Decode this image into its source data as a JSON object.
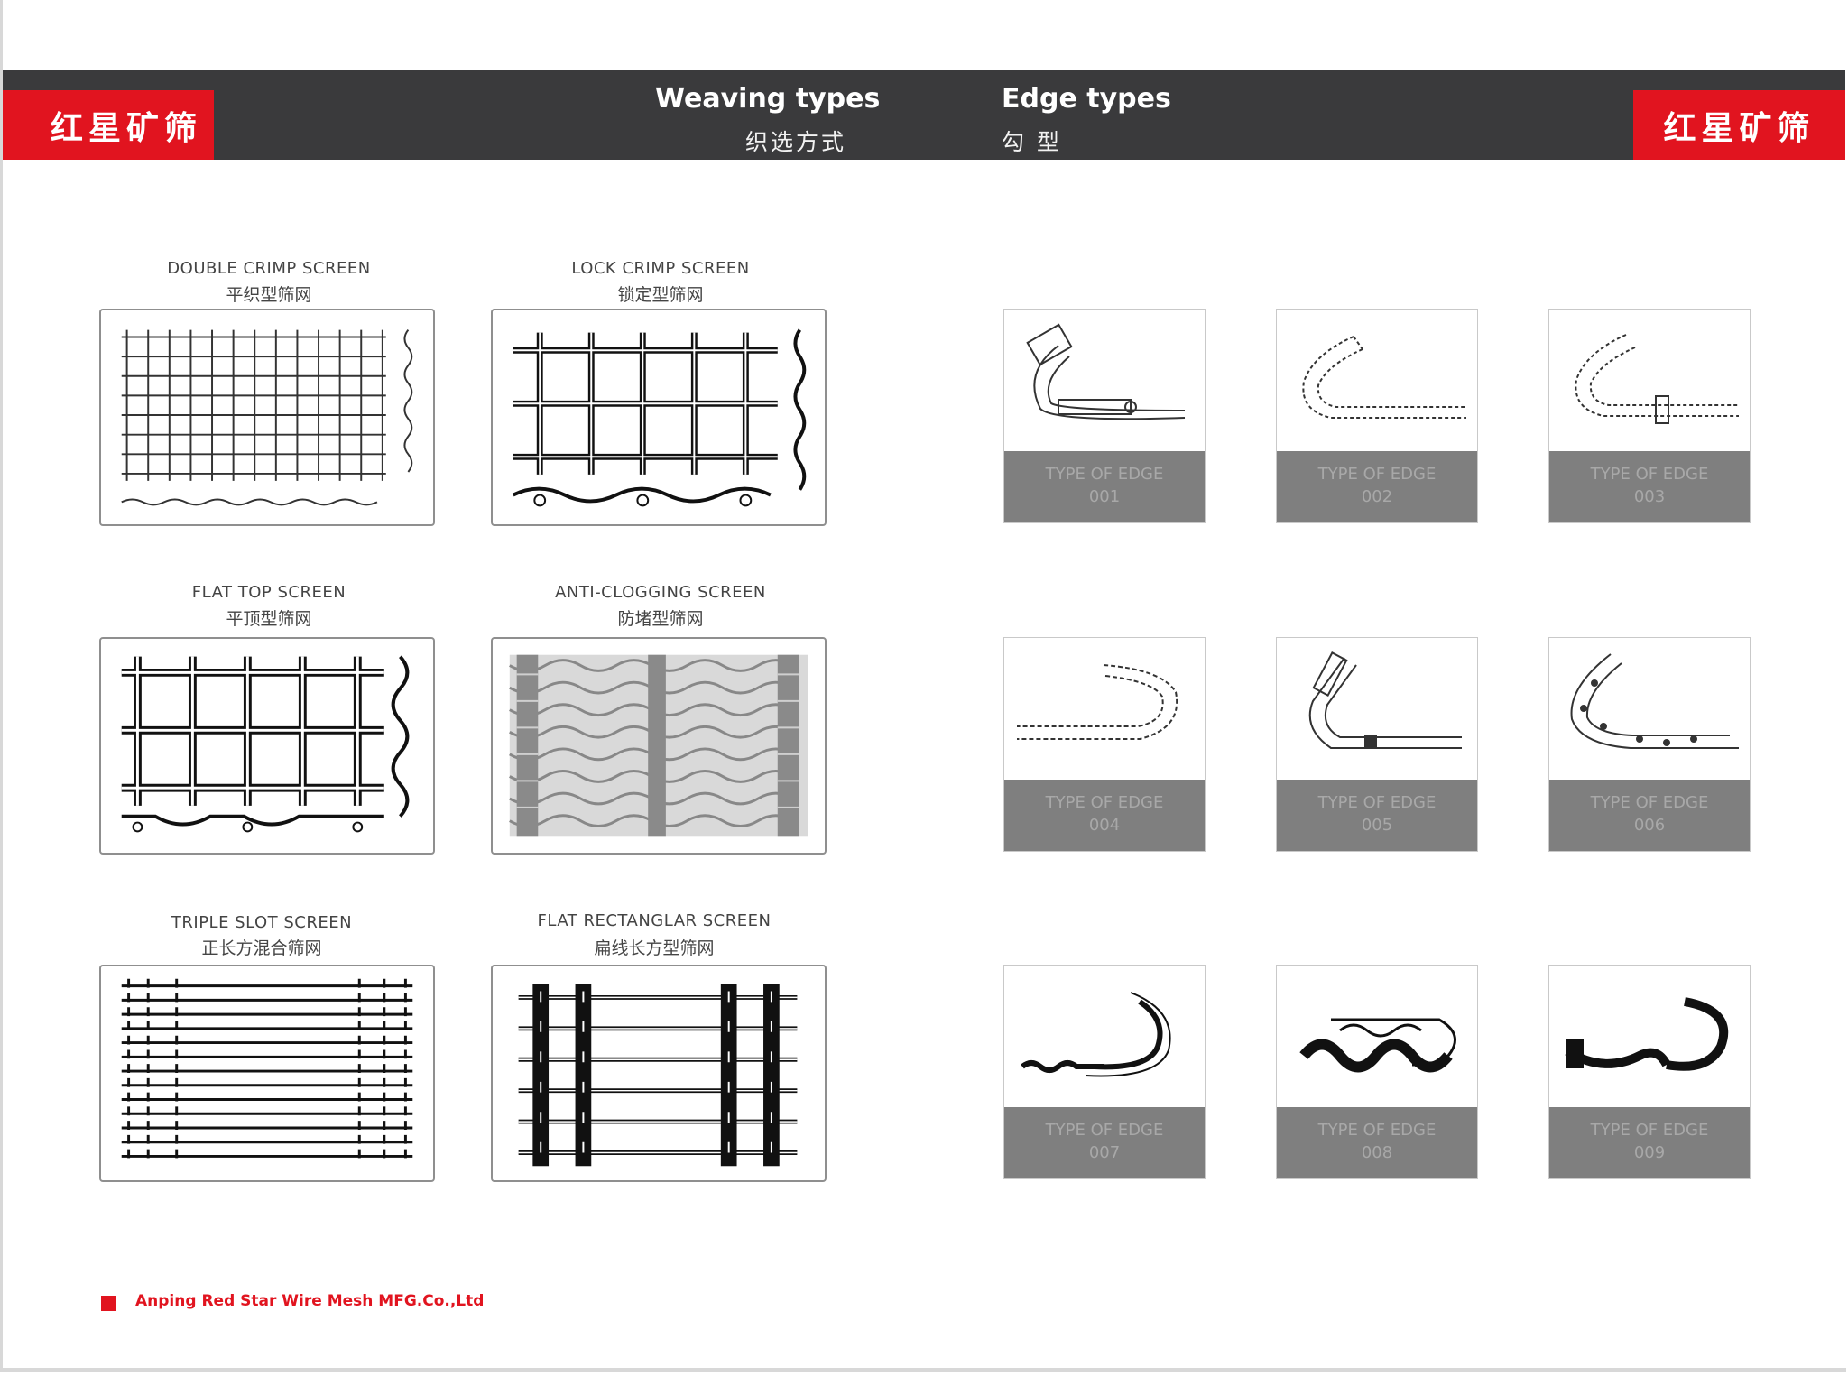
{
  "header": {
    "brand_left": "红星矿筛",
    "brand_right": "红星矿筛",
    "weaving_title": "Weaving types",
    "weaving_sub": "织选方式",
    "edge_title": "Edge types",
    "edge_sub": "勾 型"
  },
  "weaving": [
    {
      "en": "DOUBLE CRIMP SCREEN",
      "zh": "平织型筛网"
    },
    {
      "en": "LOCK CRIMP SCREEN",
      "zh": "锁定型筛网"
    },
    {
      "en": "FLAT TOP SCREEN",
      "zh": "平顶型筛网"
    },
    {
      "en": "ANTI-CLOGGING SCREEN",
      "zh": "防堵型筛网"
    },
    {
      "en": "TRIPLE SLOT SCREEN",
      "zh": "正长方混合筛网"
    },
    {
      "en": "FLAT RECTANGLAR SCREEN",
      "zh": "扁线长方型筛网"
    }
  ],
  "edges": [
    {
      "label": "TYPE OF EDGE",
      "code": "001"
    },
    {
      "label": "TYPE OF EDGE",
      "code": "002"
    },
    {
      "label": "TYPE OF EDGE",
      "code": "003"
    },
    {
      "label": "TYPE OF EDGE",
      "code": "004"
    },
    {
      "label": "TYPE OF EDGE",
      "code": "005"
    },
    {
      "label": "TYPE OF EDGE",
      "code": "006"
    },
    {
      "label": "TYPE OF EDGE",
      "code": "007"
    },
    {
      "label": "TYPE OF EDGE",
      "code": "008"
    },
    {
      "label": "TYPE OF EDGE",
      "code": "009"
    }
  ],
  "footer": {
    "company": "Anping Red Star Wire Mesh MFG.Co.,Ltd"
  },
  "colors": {
    "brand_red": "#e1141f",
    "header_dark": "#3a3a3c",
    "label_gray": "#7f7f7f"
  }
}
